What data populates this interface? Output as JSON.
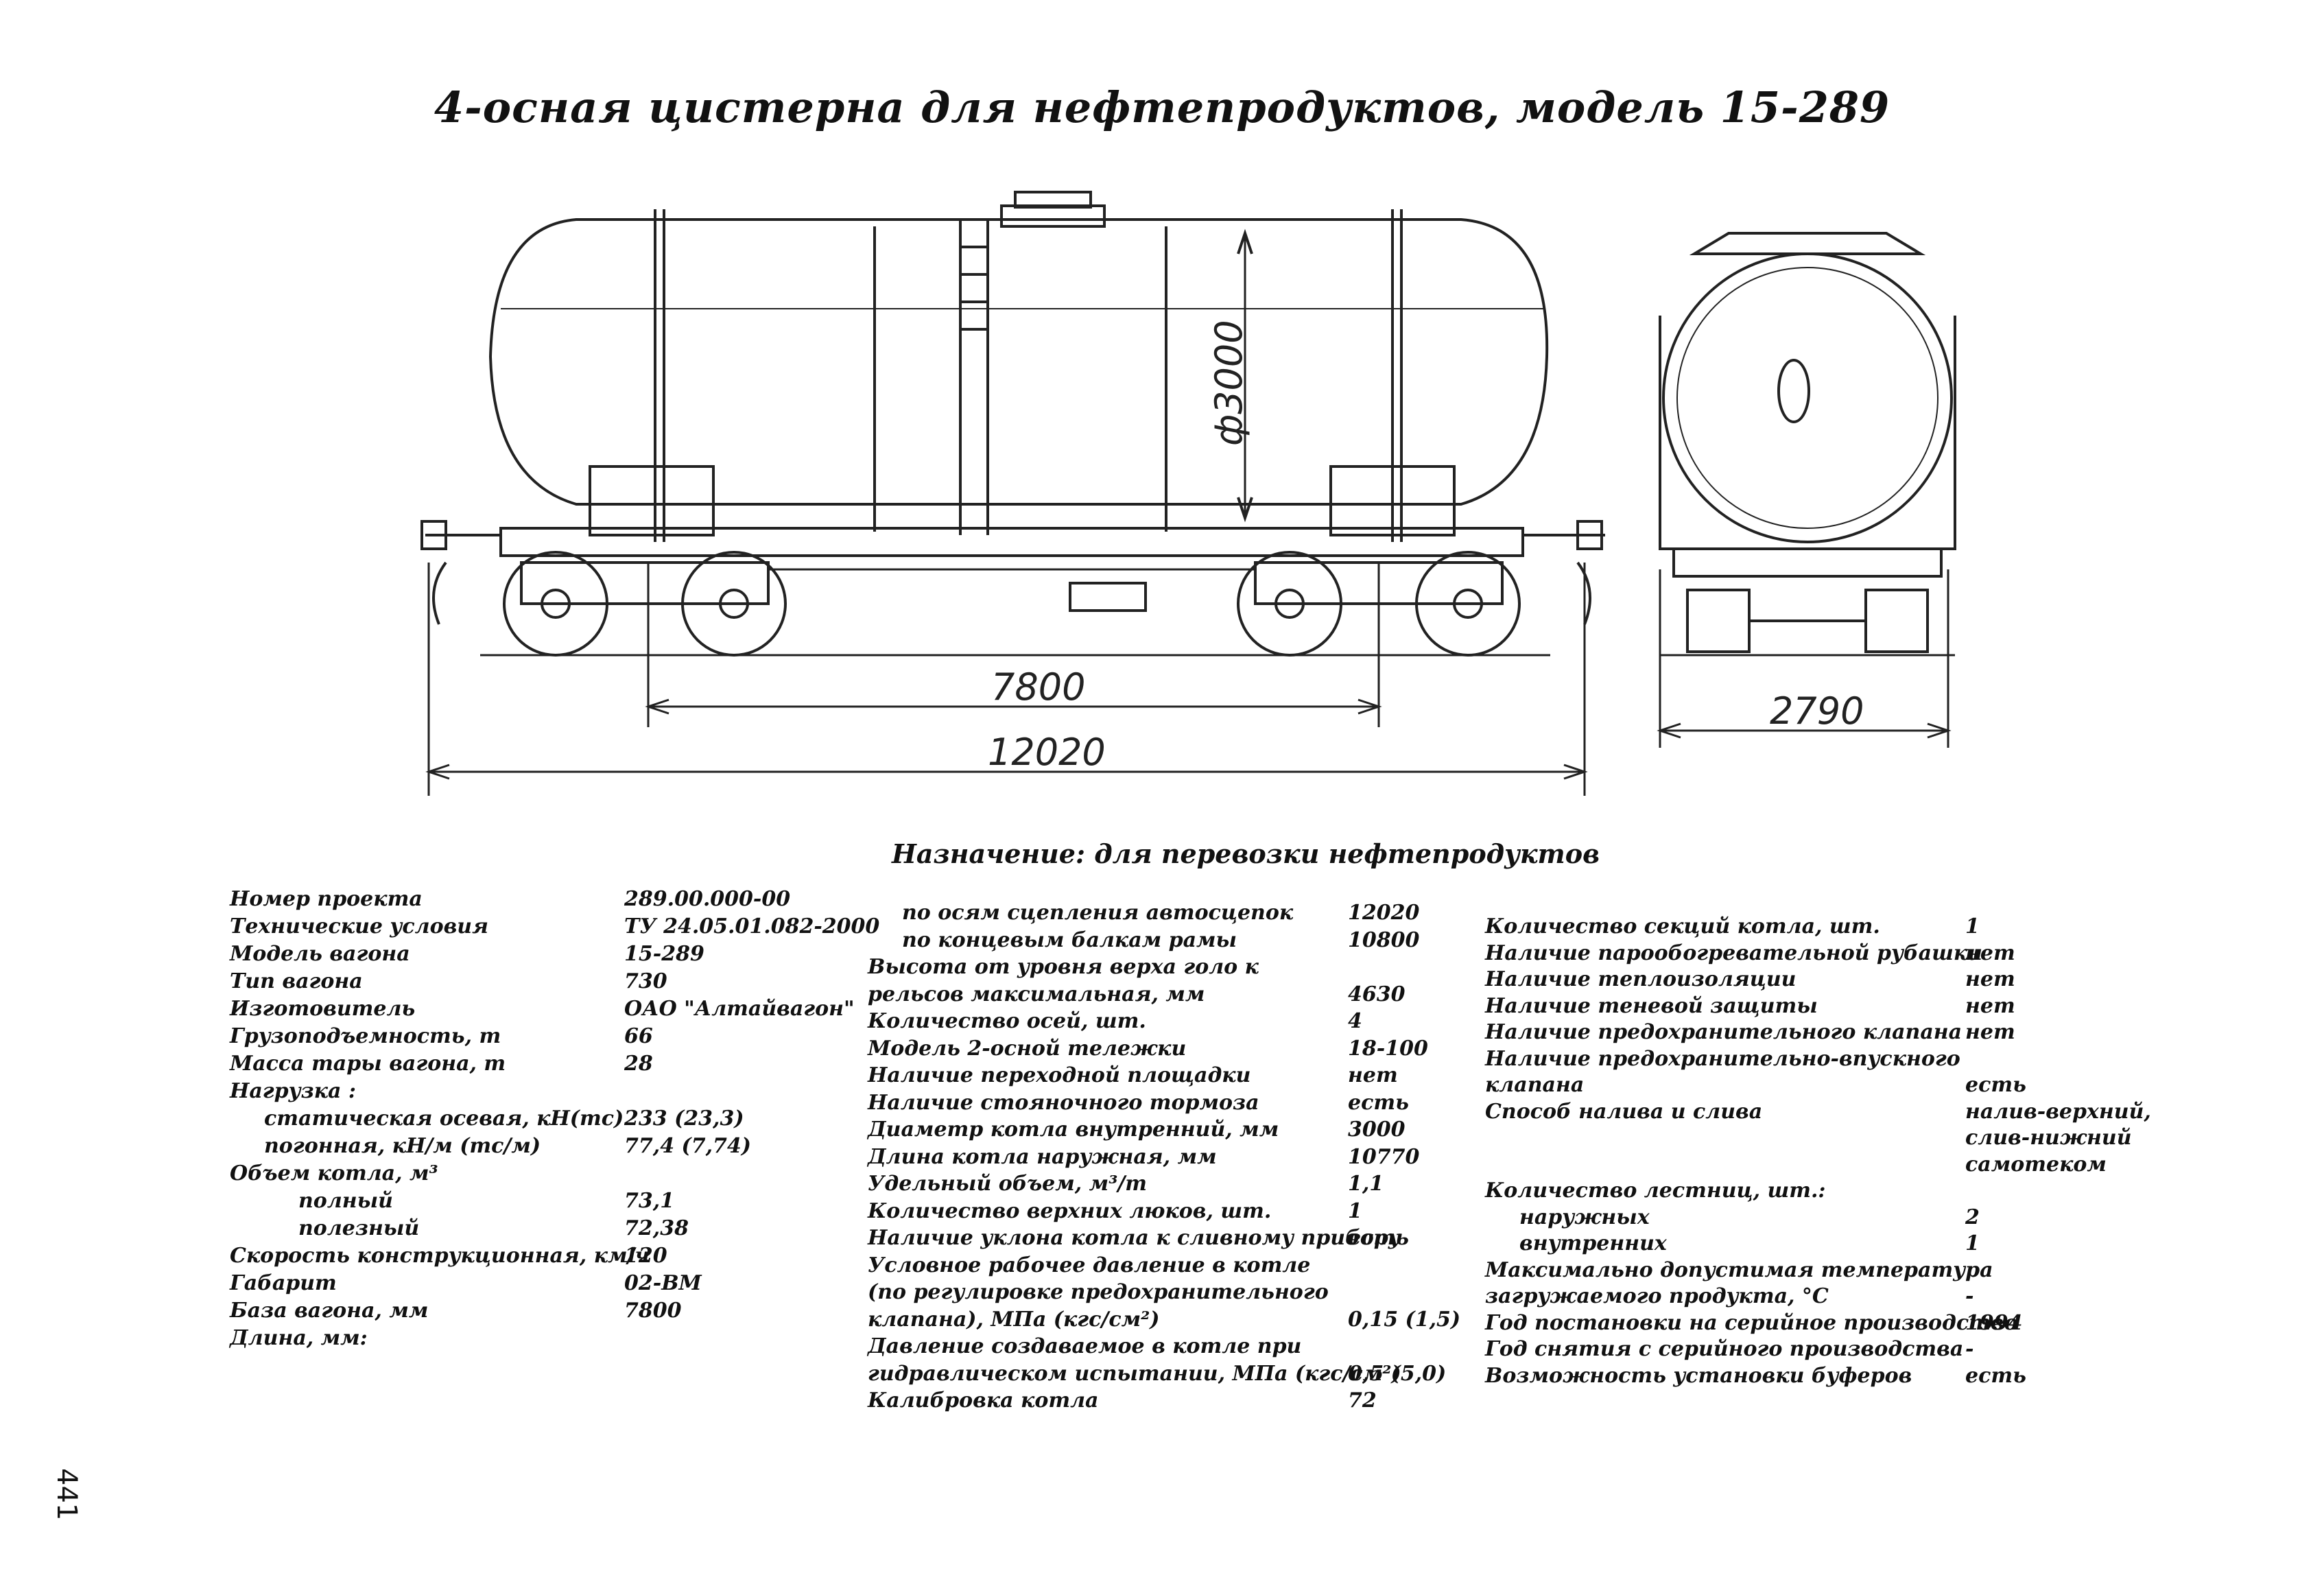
{
  "title": "4-осная цистерна для нефтепродуктов, модель 15-289",
  "drawing": {
    "dim_diameter": "ф3000",
    "dim_base": "7800",
    "dim_length": "12020",
    "dim_width": "2790"
  },
  "purpose": "Назначение: для перевозки нефтепродуктов",
  "col1": [
    {
      "label": "Номер проекта",
      "value": "289.00.000-00"
    },
    {
      "label": "Технические условия",
      "value": "ТУ 24.05.01.082-2000"
    },
    {
      "label": "Модель вагона",
      "value": "15-289"
    },
    {
      "label": "Тип вагона",
      "value": "730"
    },
    {
      "label": "Изготовитель",
      "value": "ОАО \"Алтайвагон\""
    },
    {
      "label": "Грузоподъемность, т",
      "value": "66"
    },
    {
      "label": "Масса тары вагона, т",
      "value": "28"
    },
    {
      "label": "Нагрузка :",
      "value": ""
    },
    {
      "label": "статическая осевая, кН(тс)",
      "value": "233 (23,3)",
      "indent": 1
    },
    {
      "label": "погонная, кН/м (тс/м)",
      "value": "77,4 (7,74)",
      "indent": 1
    },
    {
      "label": "Объем котла, м³",
      "value": ""
    },
    {
      "label": "полный",
      "value": "73,1",
      "indent": 2
    },
    {
      "label": "полезный",
      "value": "72,38",
      "indent": 2
    },
    {
      "label": "Скорость конструкционная, км/ч",
      "value": "120"
    },
    {
      "label": "Габарит",
      "value": "02-ВМ"
    },
    {
      "label": "База вагона, мм",
      "value": "7800"
    },
    {
      "label": "Длина, мм:",
      "value": ""
    }
  ],
  "col2": [
    {
      "label": "по осям сцепления автосцепок",
      "value": "12020",
      "indent": 1
    },
    {
      "label": "по концевым балкам рамы",
      "value": "10800",
      "indent": 1
    },
    {
      "label": "Высота от уровня верха голо   к",
      "value": ""
    },
    {
      "label": "рельсов максимальная, мм",
      "value": "4630"
    },
    {
      "label": "Количество осей, шт.",
      "value": "4"
    },
    {
      "label": "Модель 2-осной тележки",
      "value": "18-100"
    },
    {
      "label": "Наличие переходной площадки",
      "value": "нет"
    },
    {
      "label": "Наличие стояночного тормоза",
      "value": "есть"
    },
    {
      "label": "Диаметр котла внутренний, мм",
      "value": "3000"
    },
    {
      "label": "Длина котла наружная, мм",
      "value": "10770"
    },
    {
      "label": "Удельный объем, м³/т",
      "value": "1,1"
    },
    {
      "label": "Количество верхних люков, шт.",
      "value": "1"
    },
    {
      "label": "Наличие уклона котла к сливному прибору",
      "value": "есть"
    },
    {
      "label": "Условное рабочее давление в котле",
      "value": ""
    },
    {
      "label": "(по регулировке предохранительного",
      "value": ""
    },
    {
      "label": "клапана), МПа (кгс/см²)",
      "value": "0,15 (1,5)"
    },
    {
      "label": "Давление создаваемое в котле при",
      "value": ""
    },
    {
      "label": "гидравлическом испытании, МПа (кгс/см²)",
      "value": "0,5 (5,0)"
    },
    {
      "label": "Калибровка котла",
      "value": "72"
    }
  ],
  "col3": [
    {
      "label": "Количество секций котла, шт.",
      "value": "1"
    },
    {
      "label": "Наличие парообогревательной рубашки",
      "value": "нет"
    },
    {
      "label": "Наличие теплоизоляции",
      "value": "нет"
    },
    {
      "label": "Наличие теневой защиты",
      "value": "нет"
    },
    {
      "label": "Наличие предохранительного клапана",
      "value": "нет"
    },
    {
      "label": "Наличие предохранительно-впускного",
      "value": ""
    },
    {
      "label": "клапана",
      "value": "есть"
    },
    {
      "label": "Способ налива и слива",
      "value": "налив-верхний,"
    },
    {
      "label": "",
      "value": "слив-нижний"
    },
    {
      "label": "",
      "value": "самотеком"
    },
    {
      "label": "Количество лестниц, шт.:",
      "value": ""
    },
    {
      "label": "наружных",
      "value": "2",
      "indent": 1
    },
    {
      "label": "внутренних",
      "value": "1",
      "indent": 1
    },
    {
      "label": "Максимально допустимая температура",
      "value": ""
    },
    {
      "label": "загружаемого продукта, °С",
      "value": "-"
    },
    {
      "label": "Год постановки на серийное производство",
      "value": "1994"
    },
    {
      "label": "Год снятия с серийного производства",
      "value": "-"
    },
    {
      "label": "Возможность установки буферов",
      "value": "есть"
    }
  ],
  "page_number": "441"
}
